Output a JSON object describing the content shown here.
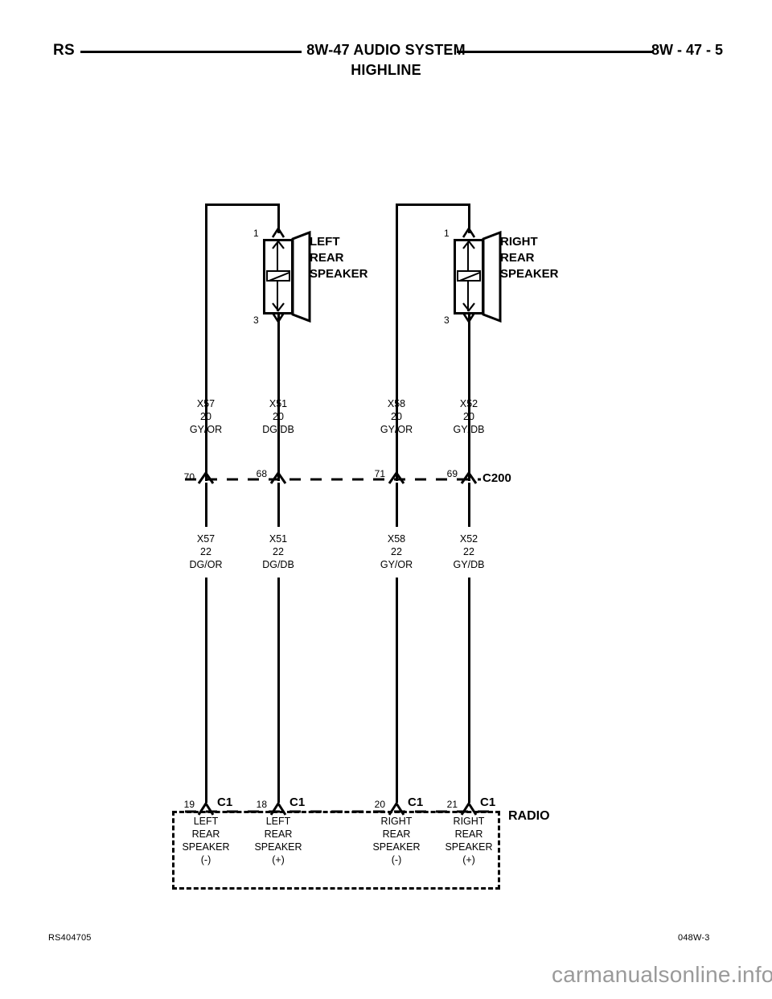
{
  "header": {
    "left_code": "RS",
    "title": "8W-47 AUDIO SYSTEM",
    "subtitle": "HIGHLINE",
    "page_ref": "8W - 47 - 5"
  },
  "speakers": [
    {
      "id": "left-rear-speaker",
      "label_line1": "LEFT",
      "label_line2": "REAR",
      "label_line3": "SPEAKER",
      "pin_top": "1",
      "pin_bottom": "3"
    },
    {
      "id": "right-rear-speaker",
      "label_line1": "RIGHT",
      "label_line2": "REAR",
      "label_line3": "SPEAKER",
      "pin_top": "1",
      "pin_bottom": "3"
    }
  ],
  "upper_wires": [
    {
      "circuit": "X57",
      "gauge": "20",
      "color": "GY/OR"
    },
    {
      "circuit": "X51",
      "gauge": "20",
      "color": "DG/DB"
    },
    {
      "circuit": "X58",
      "gauge": "20",
      "color": "GY/OR"
    },
    {
      "circuit": "X52",
      "gauge": "20",
      "color": "GY/DB"
    }
  ],
  "lower_wires": [
    {
      "circuit": "X57",
      "gauge": "22",
      "color": "DG/OR"
    },
    {
      "circuit": "X51",
      "gauge": "22",
      "color": "DG/DB"
    },
    {
      "circuit": "X58",
      "gauge": "22",
      "color": "GY/OR"
    },
    {
      "circuit": "X52",
      "gauge": "22",
      "color": "GY/DB"
    }
  ],
  "connector_c200": {
    "name": "C200",
    "pins": [
      "70",
      "68",
      "71",
      "69"
    ]
  },
  "radio": {
    "name": "RADIO",
    "connector_name": "C1",
    "pins": [
      {
        "number": "19",
        "l1": "LEFT",
        "l2": "REAR",
        "l3": "SPEAKER",
        "l4": "(-)"
      },
      {
        "number": "18",
        "l1": "LEFT",
        "l2": "REAR",
        "l3": "SPEAKER",
        "l4": "(+)"
      },
      {
        "number": "20",
        "l1": "RIGHT",
        "l2": "REAR",
        "l3": "SPEAKER",
        "l4": "(-)"
      },
      {
        "number": "21",
        "l1": "RIGHT",
        "l2": "REAR",
        "l3": "SPEAKER",
        "l4": "(+)"
      }
    ]
  },
  "footer": {
    "drawing_number": "RS404705",
    "figure_code": "048W-3",
    "watermark": "carmanualsonline.info"
  },
  "colors": {
    "ink": "#000000",
    "paper": "#ffffff",
    "watermark": "#9a9a9a"
  }
}
